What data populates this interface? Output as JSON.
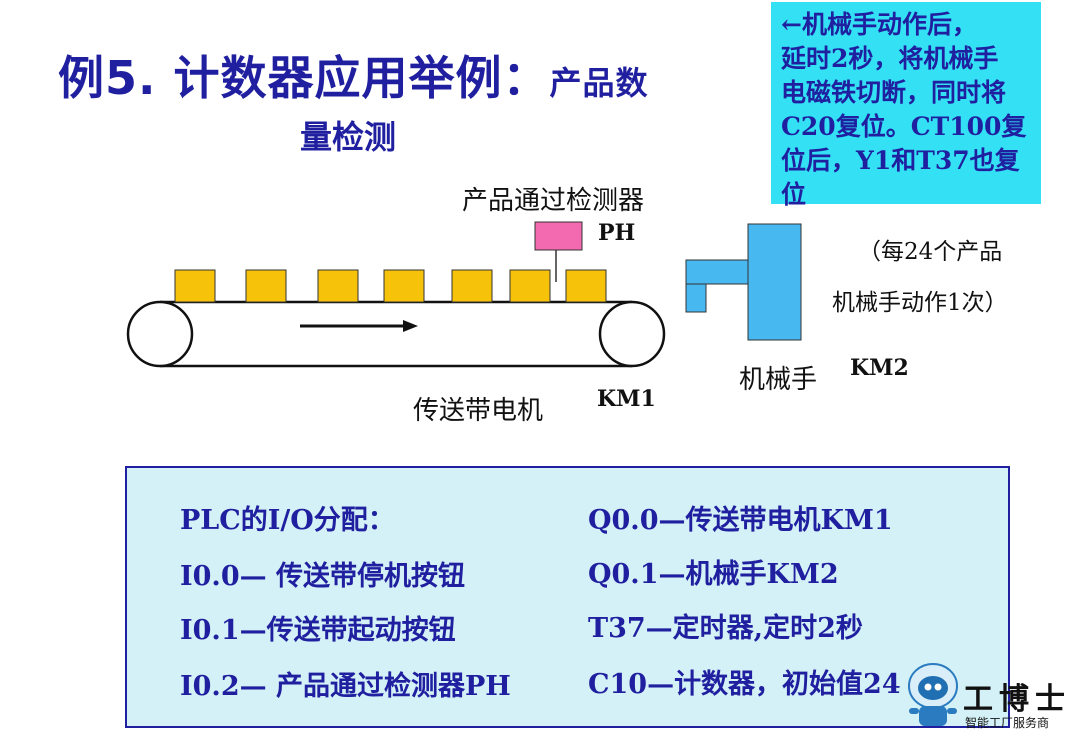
{
  "title": {
    "main": "例5. 计数器应用举例：",
    "sub1": "产品数",
    "sub2": "量检测"
  },
  "note": {
    "lines": [
      "←机械手动作后，",
      "延时2秒，将机械手",
      "电磁铁切断，同时将",
      "C20复位。CT100复",
      "位后，Y1和T37也复",
      "位"
    ]
  },
  "diagram": {
    "detector_label": "产品通过检测器",
    "detector_code": "PH",
    "conveyor_label": "传送带电机",
    "conveyor_code": "KM1",
    "robot_label": "机械手",
    "robot_code": "KM2",
    "robot_note_line1": "（每24个产品",
    "robot_note_line2": "机械手动作1次）",
    "colors": {
      "product": "#f7c20a",
      "sensor": "#f46ab0",
      "robot": "#47b8f0"
    }
  },
  "io": {
    "left": [
      "PLC的I/O分配：",
      "I0.0— 传送带停机按钮",
      "I0.1—传送带起动按钮",
      "I0.2— 产品通过检测器PH"
    ],
    "right": [
      "Q0.0—传送带电机KM1",
      "Q0.1—机械手KM2",
      "T37—定时器,定时2秒",
      "C10—计数器，初始值24"
    ]
  },
  "logo": {
    "name": "工博士",
    "tagline": "智能工厂服务商"
  }
}
